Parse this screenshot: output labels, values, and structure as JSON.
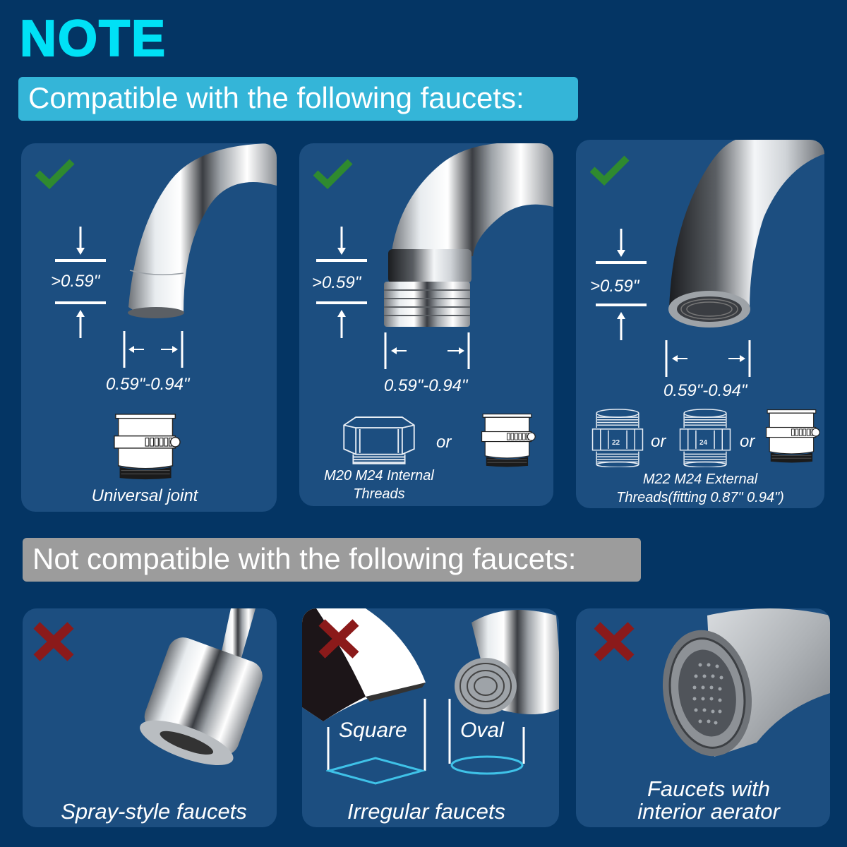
{
  "header": {
    "title": "NOTE",
    "compatible_banner": "Compatible with the following faucets:",
    "not_compatible_banner": "Not compatible with the following faucets:"
  },
  "colors": {
    "background": "#043564",
    "card": "#1c4e80",
    "title": "#00e1f6",
    "compatible_banner": "#34b5d8",
    "not_compatible_banner": "#9c9c9c",
    "check": "#2f8a2f",
    "cross": "#8b1a1a",
    "shape_outline": "#3fc2e8"
  },
  "compatible": [
    {
      "status_icon": "check-icon",
      "height_label": ">0.59\"",
      "width_label": "0.59\"-0.94\"",
      "adapters": [
        "universal-joint-adapter-icon"
      ],
      "caption": "Universal joint"
    },
    {
      "status_icon": "check-icon",
      "height_label": ">0.59\"",
      "width_label": "0.59\"-0.94\"",
      "adapters": [
        "internal-thread-adapter-icon",
        "universal-joint-adapter-icon"
      ],
      "or_label": "or",
      "caption_lines": [
        "M20 M24 Internal",
        "Threads"
      ]
    },
    {
      "status_icon": "check-icon",
      "height_label": ">0.59\"",
      "width_label": "0.59\"-0.94\"",
      "adapters": [
        "external-thread-22-adapter-icon",
        "external-thread-24-adapter-icon",
        "universal-joint-adapter-icon"
      ],
      "adapter_numbers": [
        "22",
        "24"
      ],
      "or_label": "or",
      "caption_lines": [
        "M22 M24 External",
        "Threads(fitting 0.87\" 0.94\")"
      ]
    }
  ],
  "not_compatible": [
    {
      "status_icon": "cross-icon",
      "caption": "Spray-style faucets"
    },
    {
      "status_icon": "cross-icon",
      "shape_labels": [
        "Square",
        "Oval"
      ],
      "caption": "Irregular faucets"
    },
    {
      "status_icon": "cross-icon",
      "caption_lines": [
        "Faucets with",
        "interior aerator"
      ]
    }
  ]
}
